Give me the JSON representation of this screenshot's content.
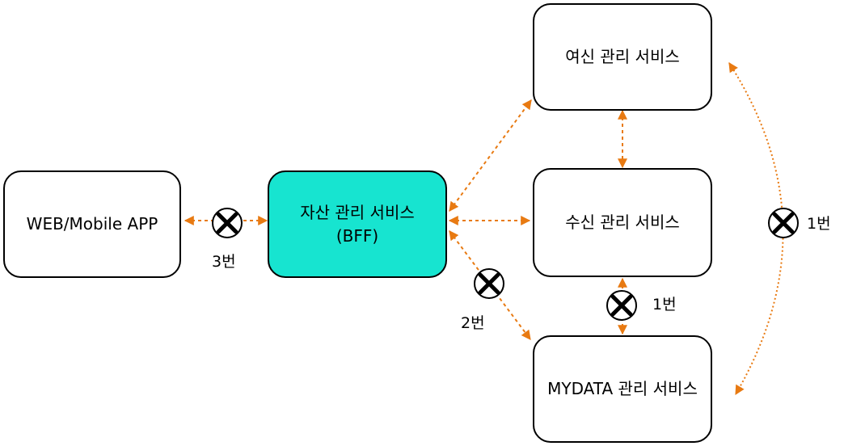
{
  "colors": {
    "arrow": "#e87a12",
    "bff_fill": "#17e4d0",
    "box_border": "#000000"
  },
  "boxes": {
    "client": "WEB/Mobile APP",
    "bff": "자산 관리 서비스\n(BFF)",
    "remittance": "여신 관리 서비스",
    "deposit": "수신 관리 서비스",
    "mydata": "MYDATA 관리 서비스"
  },
  "labels": {
    "client_bff": "3번",
    "bff_mydata": "2번",
    "deposit_mydata": "1번",
    "remittance_mydata": "1번"
  },
  "icons": {
    "blocked": "circle-x-icon",
    "arrow": "double-headed-dashed-arrow"
  }
}
